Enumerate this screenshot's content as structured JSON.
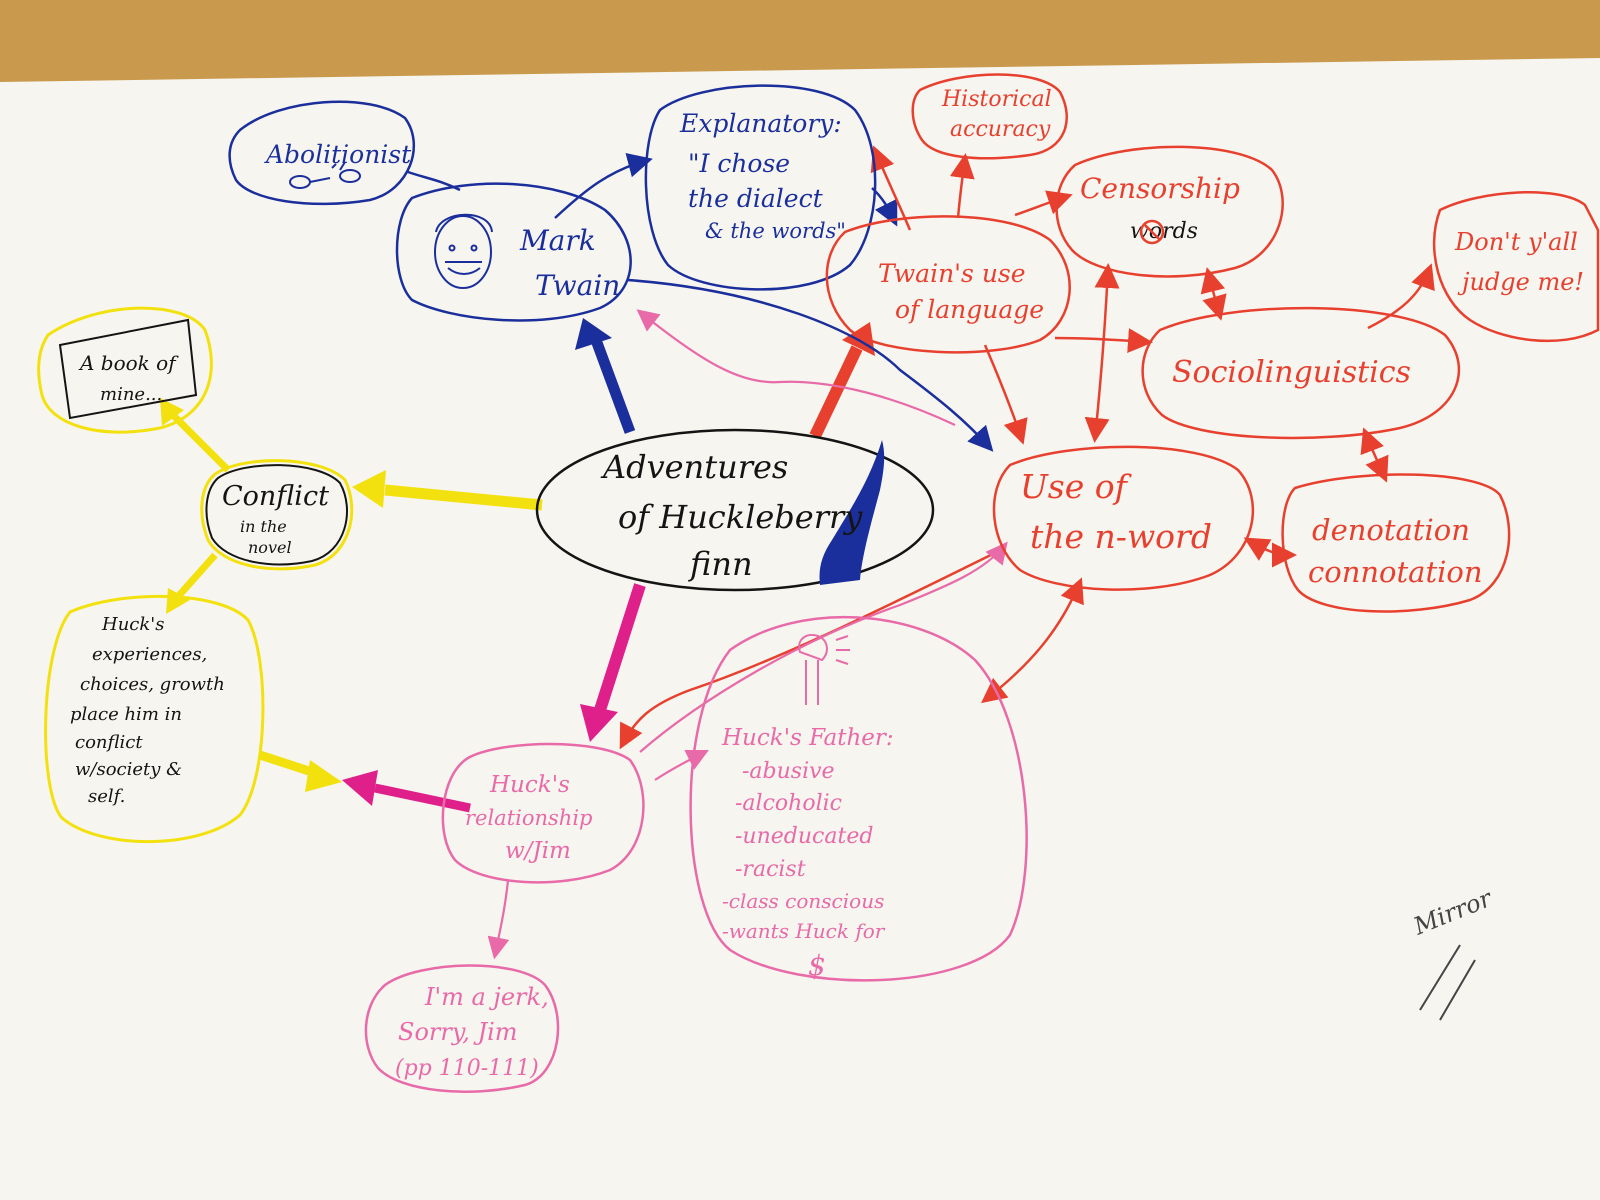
{
  "colors": {
    "blue": "#1b2f9c",
    "red": "#e8402f",
    "pink": "#e86aa8",
    "magenta": "#e0208a",
    "yellow": "#f3e10f",
    "black": "#141414",
    "paper": "#f7f5ef",
    "desk": "#c99a4e"
  },
  "nodes": {
    "center": {
      "line1": "Adventures",
      "line2": "of Huckleberry",
      "line3": "finn"
    },
    "twain": {
      "line1": "Mark",
      "line2": "Twain"
    },
    "abolitionist": {
      "line1": "Abolitionist"
    },
    "explanatory": {
      "line1": "Explanatory:",
      "line2": "\"I chose",
      "line3": "the dialect",
      "line4": "& the words\""
    },
    "historical": {
      "line1": "Historical",
      "line2": "accuracy"
    },
    "censorship": {
      "line1": "Censorship",
      "line2": "words"
    },
    "twains_language": {
      "line1": "Twain's use",
      "line2": "of language"
    },
    "dont_judge": {
      "line1": "Don't y'all",
      "line2": "judge me!"
    },
    "sociolinguistics": {
      "line1": "Sociolinguistics"
    },
    "nword": {
      "line1": "Use of",
      "line2": "the n-word"
    },
    "denotation": {
      "line1": "denotation",
      "line2": "connotation"
    },
    "book": {
      "line1": "A book of",
      "line2": "mine..."
    },
    "conflict": {
      "line1": "Conflict",
      "line2": "in the",
      "line3": "novel"
    },
    "hucks_experiences": {
      "line1": "Huck's",
      "line2": "experiences,",
      "line3": "choices, growth",
      "line4": "place him in",
      "line5": "conflict",
      "line6": "w/society &",
      "line7": "self."
    },
    "relationship": {
      "line1": "Huck's",
      "line2": "relationship",
      "line3": "w/Jim"
    },
    "father": {
      "line1": "Huck's Father:",
      "line2": "-abusive",
      "line3": "-alcoholic",
      "line4": "-uneducated",
      "line5": "-racist",
      "line6": "-class conscious",
      "line7": "-wants Huck for",
      "line8": "$"
    },
    "jerk": {
      "line1": "I'm a jerk,",
      "line2": "Sorry, Jim",
      "line3": "(pp 110-111)"
    }
  },
  "signature": "Mirror"
}
